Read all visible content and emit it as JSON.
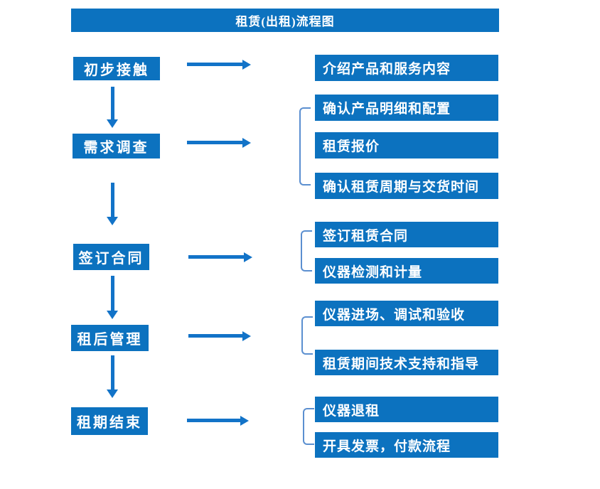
{
  "title": "租赁(出租)流程图",
  "colors": {
    "box_blue": "#0c72bf",
    "arrow_blue": "#1273c8",
    "bracket_blue": "#5b8fd0",
    "text_white": "#ffffff",
    "background": "#ffffff"
  },
  "stages": [
    {
      "label": "初步接触",
      "substeps": [
        "介绍产品和服务内容"
      ]
    },
    {
      "label": "需求调查",
      "substeps": [
        "确认产品明细和配置",
        "租赁报价",
        "确认租赁周期与交货时间"
      ]
    },
    {
      "label": "签订合同",
      "substeps": [
        "签订租赁合同",
        "仪器检测和计量"
      ]
    },
    {
      "label": "租后管理",
      "substeps": [
        "仪器进场、调试和验收",
        "租赁期间技术支持和指导"
      ]
    },
    {
      "label": "租期结束",
      "substeps": [
        "仪器退租",
        "开具发票，付款流程"
      ]
    }
  ]
}
